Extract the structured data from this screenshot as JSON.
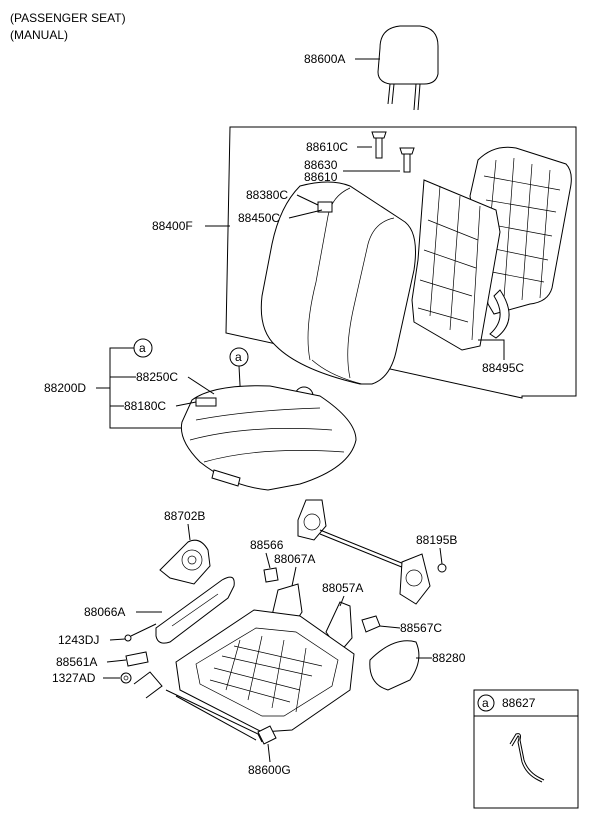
{
  "header": {
    "line1": "(PASSENGER SEAT)",
    "line2": "(MANUAL)"
  },
  "callouts": {
    "headrest": "88600A",
    "cover_top_a": "88610C",
    "cover_top_b": "88630",
    "cover_top_c": "88610",
    "back_pad_a": "88380C",
    "back_pad_b": "88450C",
    "back_assy": "88400F",
    "back_frame": "88495C",
    "cushion_assy": "88200D",
    "cushion_cover": "88250C",
    "cushion_pad": "88180C",
    "shield_left": "88702B",
    "recliner": "88195B",
    "clip_small": "88566",
    "cover_front": "88067A",
    "cover_rear": "88057A",
    "track_cover": "88066A",
    "clip_right": "88567C",
    "screw": "1243DJ",
    "side_cover": "88280",
    "bracket": "88561A",
    "nut": "1327AD",
    "cushion_frame": "88600G",
    "ref_letter": "a",
    "ref_part": "88627"
  }
}
